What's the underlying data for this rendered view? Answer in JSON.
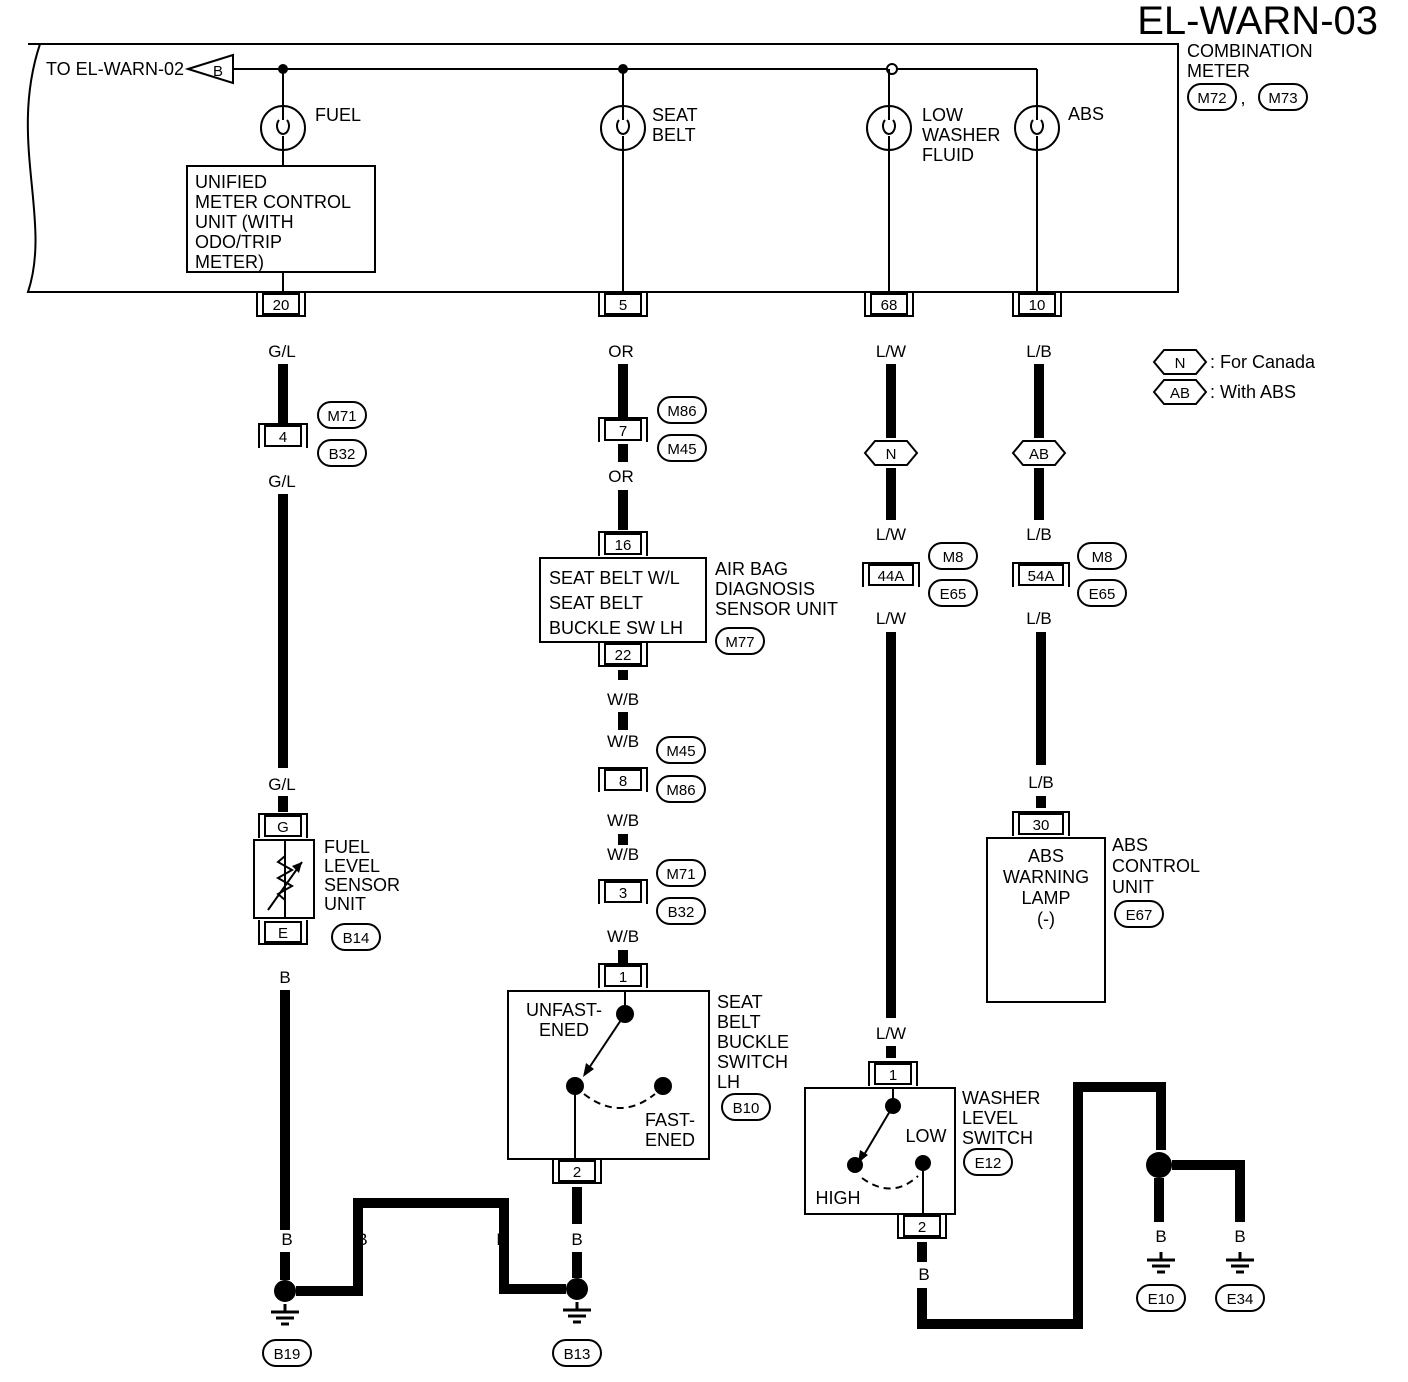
{
  "title": "EL-WARN-03",
  "meter": {
    "label": [
      "COMBINATION",
      "METER"
    ],
    "connector_ids": [
      "M72",
      "M73"
    ],
    "connector_sep": ","
  },
  "offpage": {
    "label": "TO EL-WARN-02",
    "tag": "B"
  },
  "lamps": {
    "fuel": [
      "FUEL"
    ],
    "seatbelt": [
      "SEAT",
      "BELT"
    ],
    "washer": [
      "LOW",
      "WASHER",
      "FLUID"
    ],
    "abs": [
      "ABS"
    ]
  },
  "umcu": [
    "UNIFIED",
    "METER CONTROL",
    "UNIT (WITH",
    "ODO/TRIP",
    "METER)"
  ],
  "legend": [
    {
      "code": "N",
      "text": ": For Canada"
    },
    {
      "code": "AB",
      "text": ": With ABS"
    }
  ],
  "terminals": {
    "fuel_meter": "20",
    "fuel_jc": "4",
    "fuel_g": "G",
    "fuel_e": "E",
    "sb_meter": "5",
    "sb_jc1": "7",
    "sb_ab_in": "16",
    "sb_ab_out": "22",
    "sb_jc2": "8",
    "sb_jc3": "3",
    "sb_sw_in": "1",
    "sb_sw_out": "2",
    "ws_meter": "68",
    "ws_jc": "44A",
    "ws_sw_in": "1",
    "ws_sw_out": "2",
    "abs_meter": "10",
    "abs_jc": "54A",
    "abs_cu": "30"
  },
  "wires": {
    "fuel_1": "G/L",
    "fuel_2": "G/L",
    "fuel_3": "G/L",
    "fuel_4": "B",
    "sb_1": "OR",
    "sb_2": "OR",
    "sb_3": "W/B",
    "sb_4": "W/B",
    "sb_5": "W/B",
    "sb_6": "W/B",
    "sb_7": "W/B",
    "sb_8": "B",
    "gnd_a": "B",
    "gnd_b": "B",
    "ws_1": "L/W",
    "ws_2": "L/W",
    "ws_3": "L/W",
    "ws_4": "L/W",
    "ws_5": "B",
    "abs_1": "L/B",
    "abs_2": "L/B",
    "abs_3": "L/B",
    "abs_4": "L/B",
    "e10": "B",
    "e34": "B"
  },
  "connectors": {
    "fuel_jc": [
      "M71",
      "B32"
    ],
    "fuel_sensor": "B14",
    "sb_jc1": [
      "M86",
      "M45"
    ],
    "sb_airbag": "M77",
    "sb_jc2": [
      "M45",
      "M86"
    ],
    "sb_jc3": [
      "M71",
      "B32"
    ],
    "sb_switch": "B10",
    "ws_jc": [
      "M8",
      "E65"
    ],
    "ws_switch": "E12",
    "abs_jc": [
      "M8",
      "E65"
    ],
    "abs_cu": "E67"
  },
  "grounds": [
    "B19",
    "B13",
    "E10",
    "E34"
  ],
  "fuel_sensor": [
    "FUEL",
    "LEVEL",
    "SENSOR",
    "UNIT"
  ],
  "airbag_box": [
    "SEAT BELT W/L",
    "SEAT BELT",
    "BUCKLE SW LH"
  ],
  "airbag_name": [
    "AIR BAG",
    "DIAGNOSIS",
    "SENSOR UNIT"
  ],
  "sb_switch_name": [
    "SEAT",
    "BELT",
    "BUCKLE",
    "SWITCH",
    "LH"
  ],
  "sb_switch_states": {
    "unfastened": [
      "UNFAST-",
      "ENED"
    ],
    "fastened": [
      "FAST-",
      "ENED"
    ]
  },
  "abs_box": [
    "ABS",
    "WARNING",
    "LAMP",
    "(-)"
  ],
  "abs_name": [
    "ABS",
    "CONTROL",
    "UNIT"
  ],
  "ws_name": [
    "WASHER",
    "LEVEL",
    "SWITCH"
  ],
  "ws_states": {
    "low": "LOW",
    "high": "HIGH"
  }
}
